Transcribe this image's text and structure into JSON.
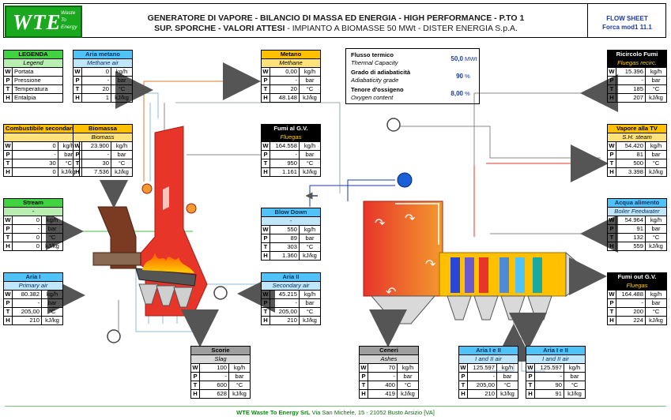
{
  "header": {
    "logo": {
      "brand": "WTE",
      "sub": [
        "Waste",
        "To",
        "Energy"
      ]
    },
    "title_line1": "GENERATORE DI VAPORE - BILANCIO DI MASSA ED ENERGIA - HIGH PERFORMANCE - P.TO 1",
    "title_line2_bold": "SUP. SPORCHE - VALORI ATTESI",
    "title_line2_rest": " - IMPIANTO A BIOMASSE 50 MWt - DISTER ENERGIA S.p.A.",
    "flow_sheet": "FLOW SHEET",
    "doc_ref": "Forca mod1 11.1"
  },
  "legend": {
    "title": "LEGENDA",
    "subtitle": "Legend",
    "rows": [
      [
        "W",
        "Portata"
      ],
      [
        "P",
        "Pressione"
      ],
      [
        "T",
        "Temperatura"
      ],
      [
        "H",
        "Entalpia"
      ]
    ]
  },
  "flux": {
    "rows": [
      {
        "label": "Flusso termico",
        "sub": "Thermal Capacity",
        "value": "50,0",
        "unit": "MWt"
      },
      {
        "label": "Grado di adiabaticità",
        "sub": "Adiabaticity grade",
        "value": "90",
        "unit": "%"
      },
      {
        "label": "Tenore d'ossigeno",
        "sub": "Oxygen content",
        "value": "8,00",
        "unit": "%"
      }
    ]
  },
  "tables": {
    "aria_metano": {
      "title": "Aria metano",
      "subtitle": "Methane air",
      "rows": [
        [
          "W",
          "0",
          "kg/h"
        ],
        [
          "P",
          "-",
          "bar"
        ],
        [
          "T",
          "20",
          "°C"
        ],
        [
          "H",
          "1",
          "kJ/kg"
        ]
      ]
    },
    "metano": {
      "title": "Metano",
      "subtitle": "Methane",
      "rows": [
        [
          "W",
          "0,00",
          "kg/h"
        ],
        [
          "P",
          "-",
          "bar"
        ],
        [
          "T",
          "20",
          "°C"
        ],
        [
          "H",
          "48.148",
          "kJ/kg"
        ]
      ]
    },
    "ricircolo": {
      "title": "Ricircolo Fumi",
      "subtitle": "Fluegas recirc.",
      "rows": [
        [
          "W",
          "15.396",
          "kg/h"
        ],
        [
          "P",
          "-",
          "bar"
        ],
        [
          "T",
          "185",
          "°C"
        ],
        [
          "H",
          "207",
          "kJ/kg"
        ]
      ]
    },
    "comb_sec": {
      "title": "Combustibile secondario",
      "subtitle": "",
      "rows": [
        [
          "W",
          "0",
          "kg/h"
        ],
        [
          "P",
          "-",
          "bar"
        ],
        [
          "T",
          "30",
          "°C"
        ],
        [
          "H",
          "0",
          "kJ/kg"
        ]
      ]
    },
    "biomassa": {
      "title": "Biomassa",
      "subtitle": "Biomass",
      "rows": [
        [
          "W",
          "23.900",
          "kg/h"
        ],
        [
          "P",
          "-",
          "bar"
        ],
        [
          "T",
          "30",
          "°C"
        ],
        [
          "H",
          "7.536",
          "kJ/kg"
        ]
      ]
    },
    "fumi_gv": {
      "title": "Fumi al G.V.",
      "subtitle": "Fluegas",
      "rows": [
        [
          "W",
          "164.558",
          "kg/h"
        ],
        [
          "P",
          "-",
          "bar"
        ],
        [
          "T",
          "950",
          "°C"
        ],
        [
          "H",
          "1.161",
          "kJ/kg"
        ]
      ]
    },
    "vapore_tv": {
      "title": "Vapore alla TV",
      "subtitle": "S.H. steam",
      "rows": [
        [
          "W",
          "54.420",
          "kg/h"
        ],
        [
          "P",
          "81",
          "bar"
        ],
        [
          "T",
          "500",
          "°C"
        ],
        [
          "H",
          "3.398",
          "kJ/kg"
        ]
      ]
    },
    "stream": {
      "title": "Stream",
      "subtitle": "-",
      "rows": [
        [
          "W",
          "0",
          "kg/h"
        ],
        [
          "P",
          "-",
          "bar"
        ],
        [
          "T",
          "0",
          "°C"
        ],
        [
          "H",
          "0",
          "kJ/kg"
        ]
      ]
    },
    "blow_down": {
      "title": "Blow Down",
      "subtitle": "-",
      "rows": [
        [
          "W",
          "550",
          "kg/h"
        ],
        [
          "P",
          "89",
          "bar"
        ],
        [
          "T",
          "303",
          "°C"
        ],
        [
          "H",
          "1.360",
          "kJ/kg"
        ]
      ]
    },
    "acqua": {
      "title": "Acqua alimento",
      "subtitle": "Boiler Feedwater",
      "rows": [
        [
          "W",
          "54.964",
          "kg/h"
        ],
        [
          "P",
          "91",
          "bar"
        ],
        [
          "T",
          "132",
          "°C"
        ],
        [
          "H",
          "559",
          "kJ/kg"
        ]
      ]
    },
    "aria_i": {
      "title": "Aria I",
      "subtitle": "Primary air",
      "rows": [
        [
          "W",
          "80.382",
          "kg/h"
        ],
        [
          "P",
          "-",
          "bar"
        ],
        [
          "T",
          "205,00",
          "°C"
        ],
        [
          "H",
          "210",
          "kJ/kg"
        ]
      ]
    },
    "aria_ii": {
      "title": "Aria II",
      "subtitle": "Secondary air",
      "rows": [
        [
          "W",
          "45.215",
          "kg/h"
        ],
        [
          "P",
          "-",
          "bar"
        ],
        [
          "T",
          "205,00",
          "°C"
        ],
        [
          "H",
          "210",
          "kJ/kg"
        ]
      ]
    },
    "fumi_out": {
      "title": "Fumi out G.V.",
      "subtitle": "Fluegas",
      "rows": [
        [
          "W",
          "164.488",
          "kg/h"
        ],
        [
          "P",
          "-",
          "bar"
        ],
        [
          "T",
          "200",
          "°C"
        ],
        [
          "H",
          "224",
          "kJ/kg"
        ]
      ]
    },
    "scorie": {
      "title": "Scorie",
      "subtitle": "Slag",
      "rows": [
        [
          "W",
          "100",
          "kg/h"
        ],
        [
          "P",
          "-",
          "bar"
        ],
        [
          "T",
          "600",
          "°C"
        ],
        [
          "H",
          "628",
          "kJ/kg"
        ]
      ]
    },
    "ceneri": {
      "title": "Ceneri",
      "subtitle": "Ashes",
      "rows": [
        [
          "W",
          "70",
          "kg/h"
        ],
        [
          "P",
          "-",
          "bar"
        ],
        [
          "T",
          "400",
          "°C"
        ],
        [
          "H",
          "419",
          "kJ/kg"
        ]
      ]
    },
    "aria_12a": {
      "title": "Aria I e II",
      "subtitle": "I and II air",
      "rows": [
        [
          "W",
          "125.597",
          "kg/h"
        ],
        [
          "P",
          "-",
          "bar"
        ],
        [
          "T",
          "205,00",
          "°C"
        ],
        [
          "H",
          "210",
          "kJ/kg"
        ]
      ]
    },
    "aria_12b": {
      "title": "Aria I e II",
      "subtitle": "I and II air",
      "rows": [
        [
          "W",
          "125.597",
          "kg/h"
        ],
        [
          "P",
          "-",
          "bar"
        ],
        [
          "T",
          "90",
          "°C"
        ],
        [
          "H",
          "91",
          "kJ/kg"
        ]
      ]
    }
  },
  "footer": {
    "company": "WTE Waste To Energy SrL",
    "address": " Via San Michele, 15 - 21052 Busto Arsizio [VA]"
  },
  "colors": {
    "brand_green": "#1aa81f",
    "furnace_red": "#e8352a",
    "boiler_orange": "#f07a1e",
    "table_yellow": "#ffc000",
    "table_blue": "#4fc3f7"
  }
}
